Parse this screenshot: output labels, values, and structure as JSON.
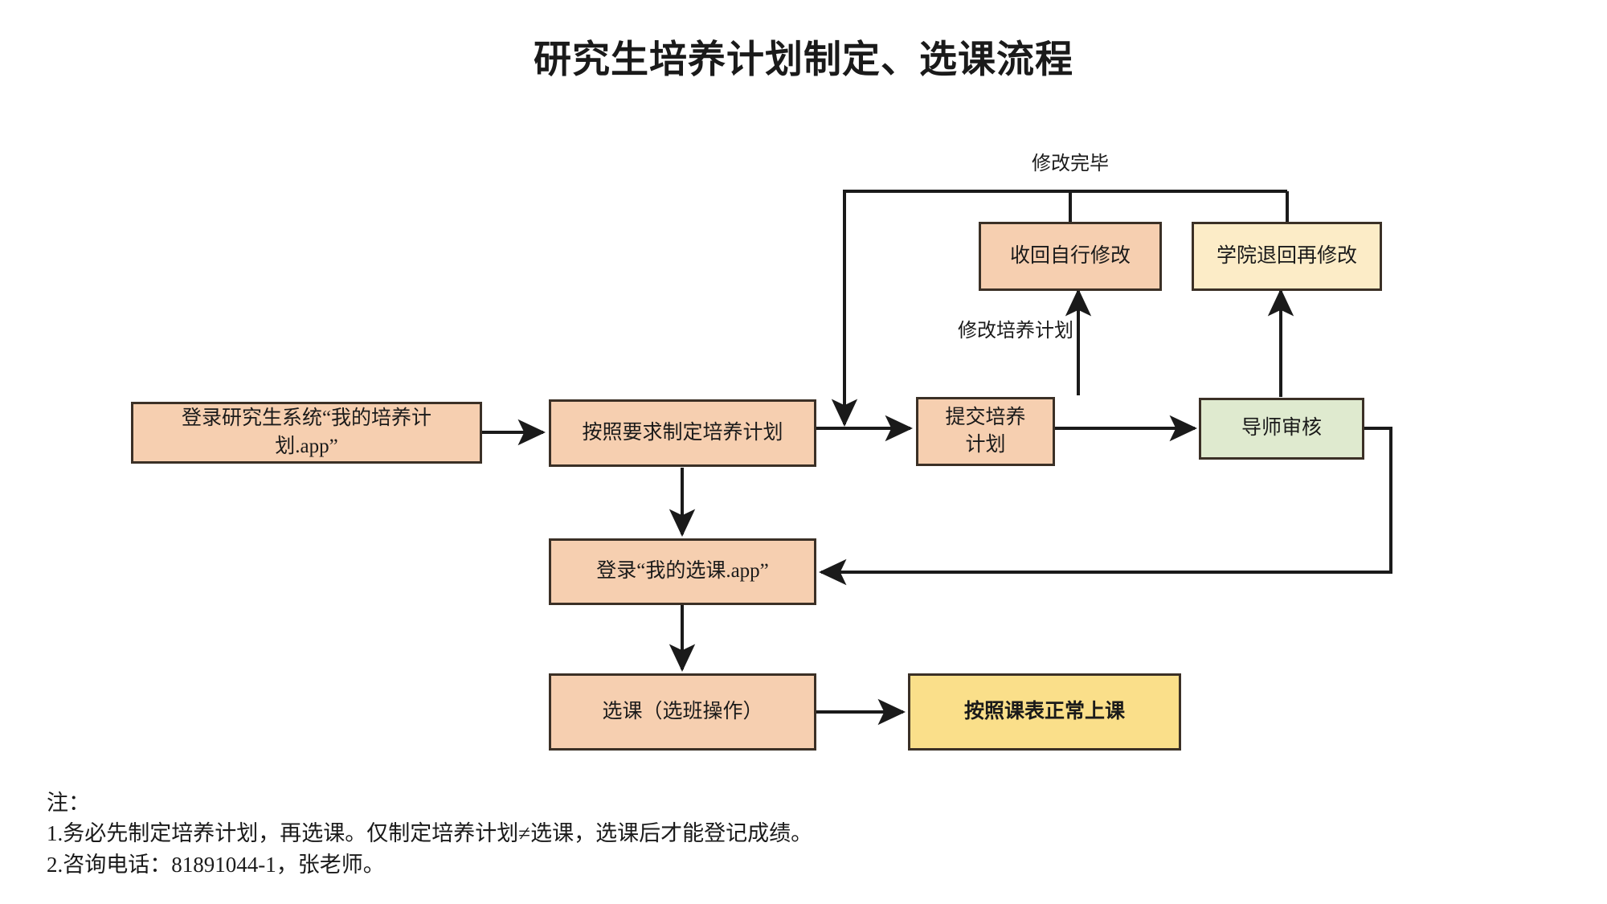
{
  "title": "研究生培养计划制定、选课流程",
  "colors": {
    "salmon": "#f6cfb0",
    "green": "#dfeacf",
    "cream": "#fcecc7",
    "yellow": "#fadf8a",
    "border": "#3b3026",
    "line": "#1a1a1a",
    "background": "#ffffff"
  },
  "nodes": {
    "login_plan": {
      "label": "登录研究生系统“我的培养计\n划.app”",
      "fill": "#f6cfb0"
    },
    "make_plan": {
      "label": "按照要求制定培养计划",
      "fill": "#f6cfb0"
    },
    "submit_plan": {
      "label": "提交培养\n计划",
      "fill": "#f6cfb0"
    },
    "advisor_review": {
      "label": "导师审核",
      "fill": "#dfeacf"
    },
    "withdraw_edit": {
      "label": "收回自行修改",
      "fill": "#f6cfb0"
    },
    "college_return": {
      "label": "学院退回再修改",
      "fill": "#fcecc7"
    },
    "login_course": {
      "label": "登录“我的选课.app”",
      "fill": "#f6cfb0"
    },
    "choose_course": {
      "label": "选课（选班操作）",
      "fill": "#f6cfb0"
    },
    "attend_class": {
      "label": "按照课表正常上课",
      "fill": "#fadf8a"
    }
  },
  "edge_labels": {
    "revision_done": "修改完毕",
    "revise_plan": "修改培养计划"
  },
  "notes": {
    "heading": "注：",
    "items": [
      "1.务必先制定培养计划，再选课。仅制定培养计划≠选课，选课后才能登记成绩。",
      "2.咨询电话：81891044-1，张老师。"
    ]
  }
}
